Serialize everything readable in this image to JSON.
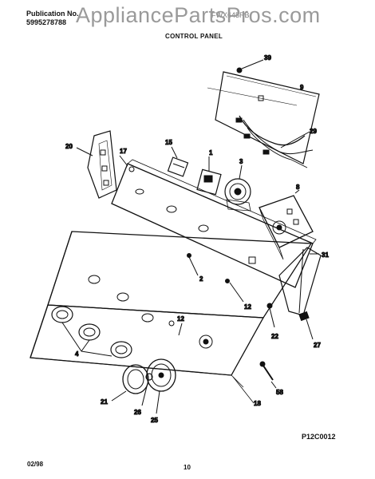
{
  "header": {
    "publication_label": "Publication No.",
    "publication_number": "5995278788",
    "model": "FWX645RB",
    "watermark": "AppliancePartsPros.com",
    "section_title": "CONTROL PANEL"
  },
  "footer": {
    "diagram_code": "P12C0012",
    "date": "02/98",
    "page_number": "10"
  },
  "callouts": {
    "c39": "39",
    "c9": "9",
    "c29": "29",
    "c20": "20",
    "c17": "17",
    "c15": "15",
    "c1": "1",
    "c3": "3",
    "c8": "8",
    "c31": "31",
    "c2": "2",
    "c12a": "12",
    "c12b": "12",
    "c22": "22",
    "c27": "27",
    "c4": "4",
    "c21": "21",
    "c26": "26",
    "c25": "25",
    "c18": "18",
    "c58": "58"
  }
}
